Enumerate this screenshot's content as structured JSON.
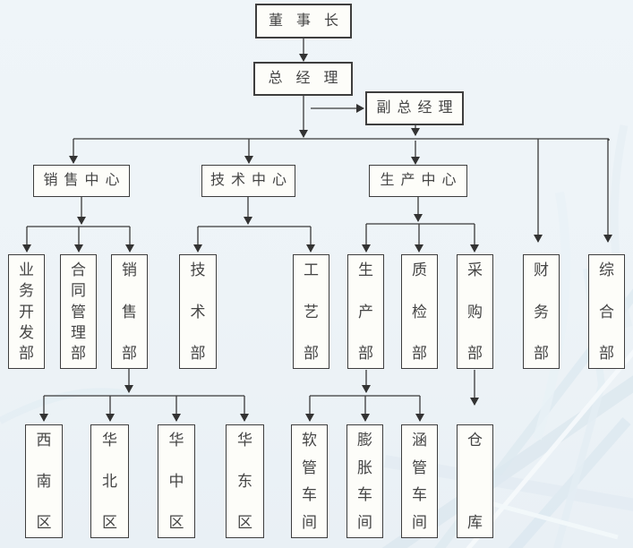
{
  "diagram_type": "org-chart",
  "nodes": {
    "chairman": "董事长",
    "general_manager": "总经理",
    "deputy_general_manager": "副总经理",
    "sales_center": "销售中心",
    "tech_center": "技术中心",
    "production_center": "生产中心",
    "business_dev_dept": "业务开发部",
    "contract_mgmt_dept": "合同管理部",
    "sales_dept": "销售部",
    "tech_dept": "技术部",
    "process_dept": "工艺部",
    "production_dept": "生产部",
    "qc_dept": "质检部",
    "purchasing_dept": "采购部",
    "finance_dept": "财务部",
    "general_affairs_dept": "综合部",
    "southwest_region": "西南区",
    "north_china_region": "华北区",
    "central_china_region": "华中区",
    "east_china_region": "华东区",
    "hose_workshop": "软管车间",
    "expansion_workshop": "膨胀车间",
    "culvert_workshop": "涵管车间",
    "warehouse": "仓库"
  },
  "edges": [
    {
      "from": "chairman",
      "to": "general_manager"
    },
    {
      "from": "general_manager",
      "to": "deputy_general_manager"
    },
    {
      "from": "general_manager",
      "to": "sales_center"
    },
    {
      "from": "general_manager",
      "to": "tech_center"
    },
    {
      "from": "general_manager",
      "to": "finance_dept"
    },
    {
      "from": "general_manager",
      "to": "general_affairs_dept"
    },
    {
      "from": "deputy_general_manager",
      "to": "production_center"
    },
    {
      "from": "sales_center",
      "to": "business_dev_dept"
    },
    {
      "from": "sales_center",
      "to": "contract_mgmt_dept"
    },
    {
      "from": "sales_center",
      "to": "sales_dept"
    },
    {
      "from": "tech_center",
      "to": "tech_dept"
    },
    {
      "from": "tech_center",
      "to": "process_dept"
    },
    {
      "from": "production_center",
      "to": "production_dept"
    },
    {
      "from": "production_center",
      "to": "qc_dept"
    },
    {
      "from": "production_center",
      "to": "purchasing_dept"
    },
    {
      "from": "sales_dept",
      "to": "southwest_region"
    },
    {
      "from": "sales_dept",
      "to": "north_china_region"
    },
    {
      "from": "sales_dept",
      "to": "central_china_region"
    },
    {
      "from": "sales_dept",
      "to": "east_china_region"
    },
    {
      "from": "production_dept",
      "to": "hose_workshop"
    },
    {
      "from": "production_dept",
      "to": "expansion_workshop"
    },
    {
      "from": "production_dept",
      "to": "culvert_workshop"
    },
    {
      "from": "purchasing_dept",
      "to": "warehouse"
    }
  ],
  "colors": {
    "connector_line": "#3a3a3a",
    "box_border": "#3e3e3e",
    "box_fill": "#fdfdf9",
    "text": "#454545",
    "background": "#edf3f7"
  }
}
